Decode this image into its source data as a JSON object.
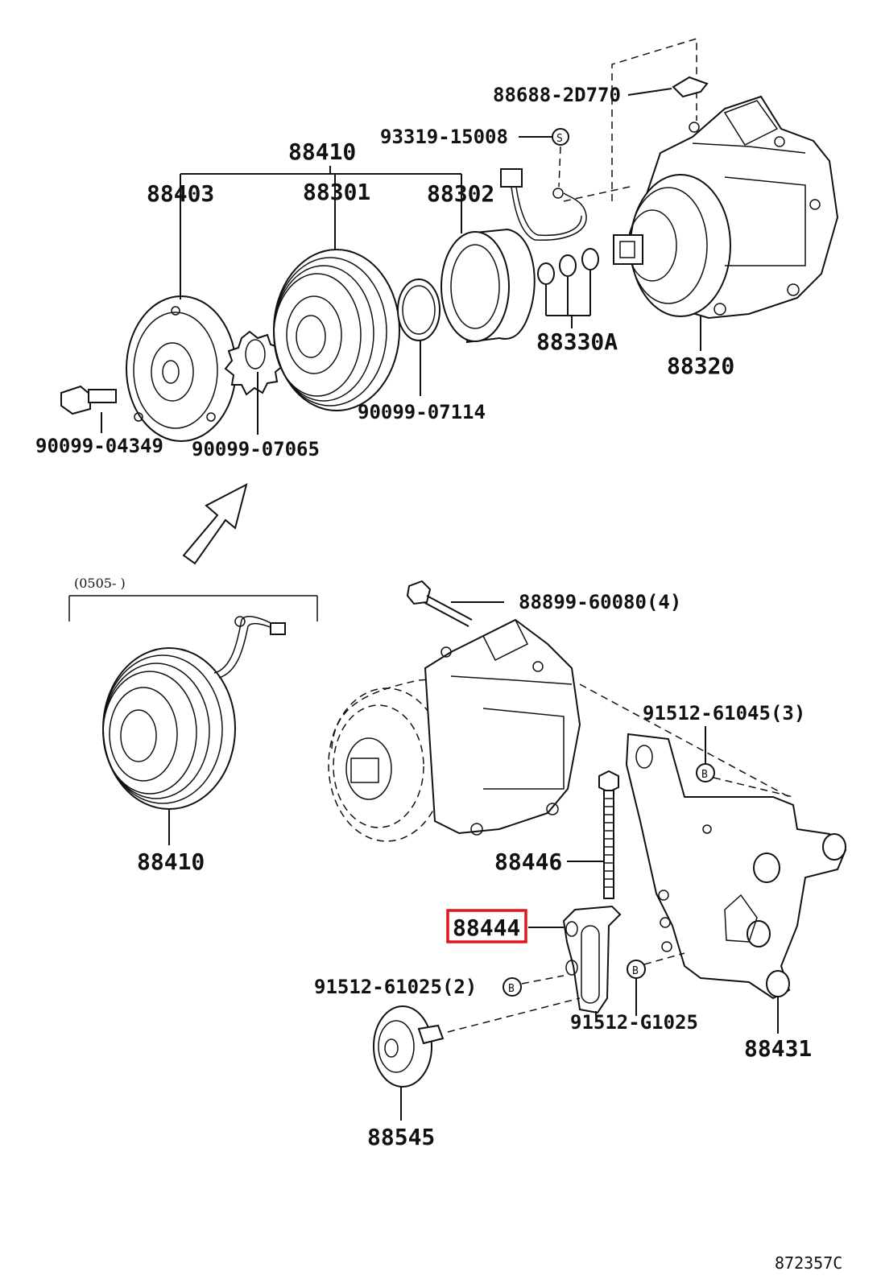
{
  "labels": {
    "p88688": "88688-2D770",
    "p93319": "93319-15008",
    "p88410_top": "88410",
    "p88403": "88403",
    "p88301": "88301",
    "p88302": "88302",
    "p88330a": "88330A",
    "p88320": "88320",
    "p90099_07114": "90099-07114",
    "p90099_04349": "90099-04349",
    "p90099_07065": "90099-07065",
    "range_note": "(0505-      )",
    "p88410_bottom": "88410",
    "p88899": "88899-60080(4)",
    "p91512_61045": "91512-61045(3)",
    "p88446": "88446",
    "p88444": "88444",
    "p91512_61025": "91512-61025(2)",
    "p91512_g1025": "91512-G1025",
    "p88431": "88431",
    "p88545": "88545",
    "diagram_code": "872357C"
  },
  "symbols": {
    "s_mark": "S",
    "b_mark": "B"
  },
  "highlight_color": "#e0161d"
}
